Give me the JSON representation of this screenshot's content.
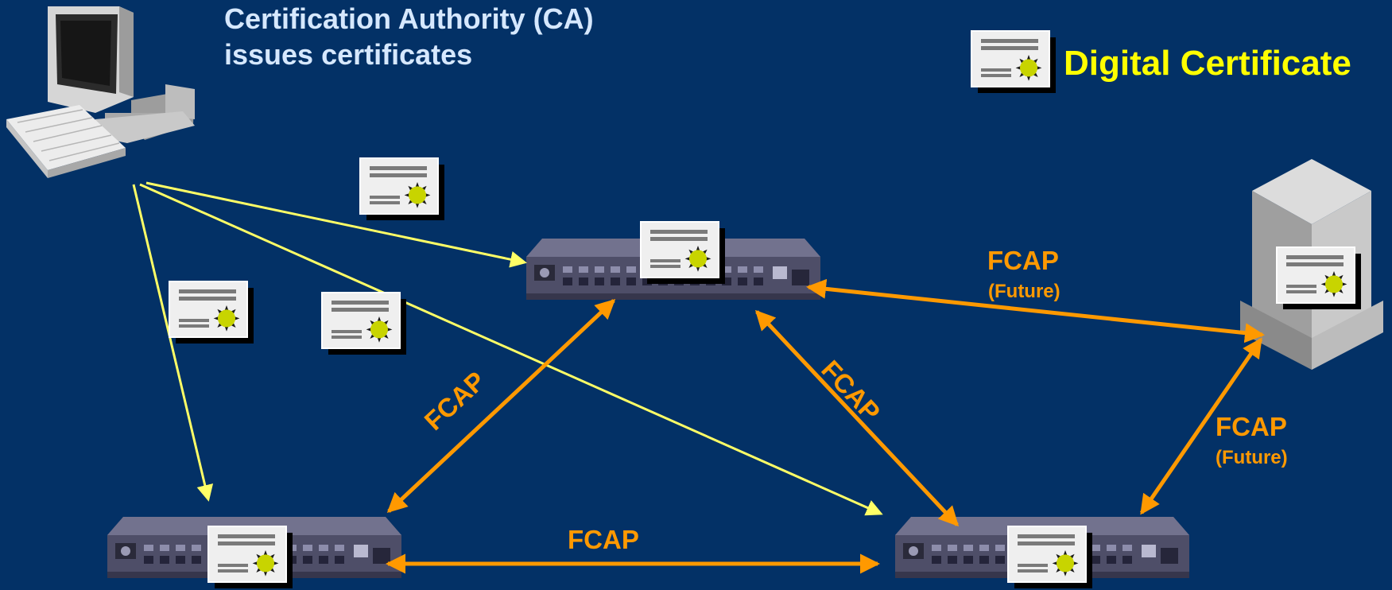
{
  "header": {
    "ca_title_line1": "Certification Authority (CA)",
    "ca_title_line2": "issues certificates",
    "legend_label": "Digital Certificate"
  },
  "links": {
    "top_right_label": "FCAP",
    "top_right_sub": "(Future)",
    "left_diag_label": "FCAP",
    "mid_diag_label": "FCAP",
    "bottom_label": "FCAP",
    "right_label": "FCAP",
    "right_sub": "(Future)"
  },
  "colors": {
    "background": "#033166",
    "ca_text": "#d6e8ff",
    "legend_text": "#ffff00",
    "issue_arrow": "#ffff66",
    "fcap_arrow": "#ff9900",
    "fcap_text": "#ff9900",
    "certificate_paper": "#efefef",
    "certificate_seal": "#c8d400",
    "switch_body": "#5a5a74"
  },
  "icons": {
    "ca_computer": "desktop-computer-icon",
    "server": "server-tower-icon",
    "switch": "fibre-channel-switch-icon",
    "certificate": "digital-certificate-icon"
  }
}
